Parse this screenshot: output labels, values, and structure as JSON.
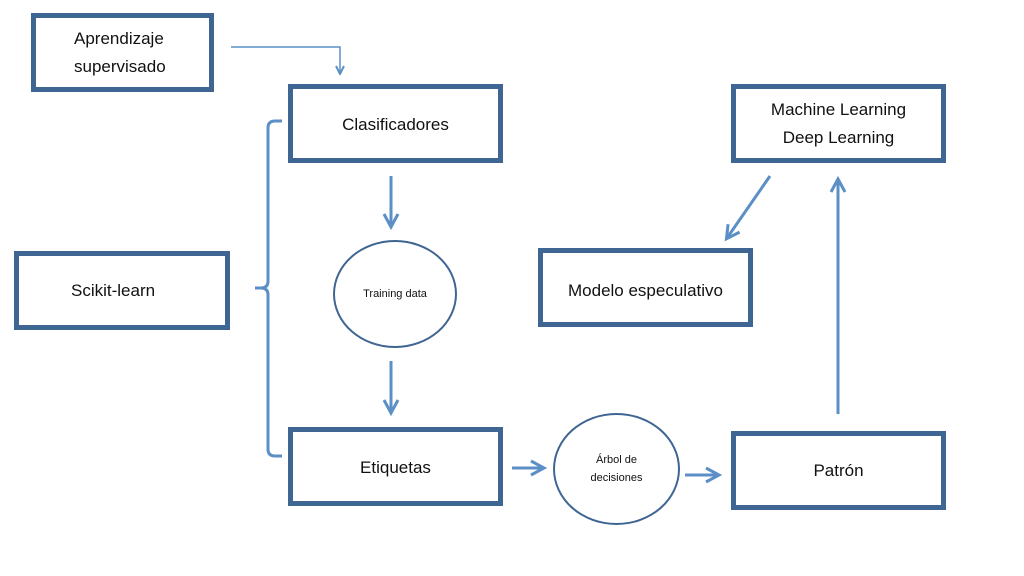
{
  "nodes": {
    "aprendizaje": {
      "lines": [
        "Aprendizaje",
        "supervisado"
      ]
    },
    "clasificadores": {
      "label": "Clasificadores"
    },
    "machine_deep": {
      "lines": [
        "Machine Learning",
        "Deep Learning"
      ]
    },
    "scikit": {
      "label": "Scikit-learn"
    },
    "training": {
      "label": "Training data"
    },
    "modelo": {
      "label": "Modelo especulativo"
    },
    "etiquetas": {
      "label": "Etiquetas"
    },
    "arbol": {
      "lines": [
        "Árbol de",
        "decisiones"
      ]
    },
    "patron": {
      "label": "Patrón"
    }
  },
  "colors": {
    "box_border": "#3f6592",
    "arrow": "#5b8fc6"
  }
}
